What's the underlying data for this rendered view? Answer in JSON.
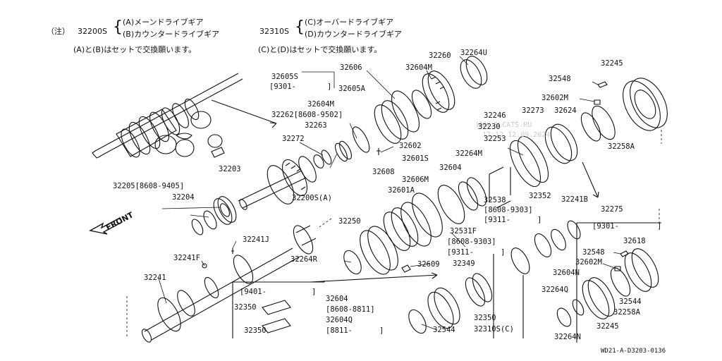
{
  "notes": {
    "prefix": "（注）",
    "a_part": "32200S",
    "a_line1": "(A)メーンドライブギア",
    "a_line2": "(B)カウンタードライブギア",
    "c_part": "32310S",
    "c_line1": "(C)オーバードライブギア",
    "c_line2": "(D)カウンタードライブギア",
    "ab_set": "(A)と(B)はセットで交換願います。",
    "cd_set": "(C)と(D)はセットで交換願います。"
  },
  "watermark": {
    "line1": "WWW.ELCATS.RU",
    "line2": "17:12 12.09.2024"
  },
  "direction_label": "FRONT",
  "figure_code": "WD21-A-D3203-0136",
  "labels": {
    "l32200s_a": "32200S(A)",
    "l32203": "32203",
    "l32204": "32204",
    "l32205": "32205[8608-9405]",
    "l32262": "32262[8608-9502]",
    "l32263": "32263",
    "l32272": "32272",
    "l32605s": "32605S",
    "l9301a": "[9301-",
    "l9301a_end": "]",
    "l32606": "32606",
    "l32605a": "32605A",
    "l32604m_a": "32604M",
    "l32260": "32260",
    "l32264u": "32264U",
    "l32604m_b": "32604M",
    "l32602": "32602",
    "l32608": "32608",
    "l32601s": "32601S",
    "l32601a": "32601A",
    "l32606m": "32606M",
    "l32604": "32604",
    "l32264m": "32264M",
    "l32246": "32246",
    "l32230": "32230",
    "l32253": "32253",
    "l32273": "32273",
    "l32624": "32624",
    "l32548_top": "32548",
    "l32602m_top": "32602M",
    "l32245_top": "32245",
    "l32258a": "32258A",
    "l32352": "32352",
    "l32538": "32538",
    "l8608_9303_a": "[8608-9303]",
    "l9311_a": "[9311-",
    "l9311_a_end": "]",
    "l32241b": "32241B",
    "l32275": "32275",
    "l9301b": "[9301-",
    "l9301b_end": "]",
    "l32531f": "32531F",
    "l8608_9303_b": "[8608-9303]",
    "l9311_b": "[9311-",
    "l9311_b_end": "]",
    "l32349": "32349",
    "l32609": "32609",
    "l32250": "32250",
    "l32264r": "32264R",
    "l32241j": "32241J",
    "l32241f": "32241F",
    "l32241": "32241",
    "l9401": "[9401-",
    "l9401_end": "]",
    "l32350_a": "32350",
    "l32350_b": "32350",
    "l32604_b": "32604",
    "l8608_8811": "[8608-8811]",
    "l32604q": "32604Q",
    "l8811": "[8811-",
    "l8811_end": "]",
    "l32544_b": "32544",
    "l32350_c": "32350",
    "l32310s_c": "32310S(C)",
    "l32618": "32618",
    "l32548_b": "32548",
    "l32602m_b": "32602M",
    "l32604n": "32604N",
    "l32264q": "32264Q",
    "l32544_c": "32544",
    "l32258a_b": "32258A",
    "l32245_b": "32245",
    "l32264n": "32264N"
  }
}
